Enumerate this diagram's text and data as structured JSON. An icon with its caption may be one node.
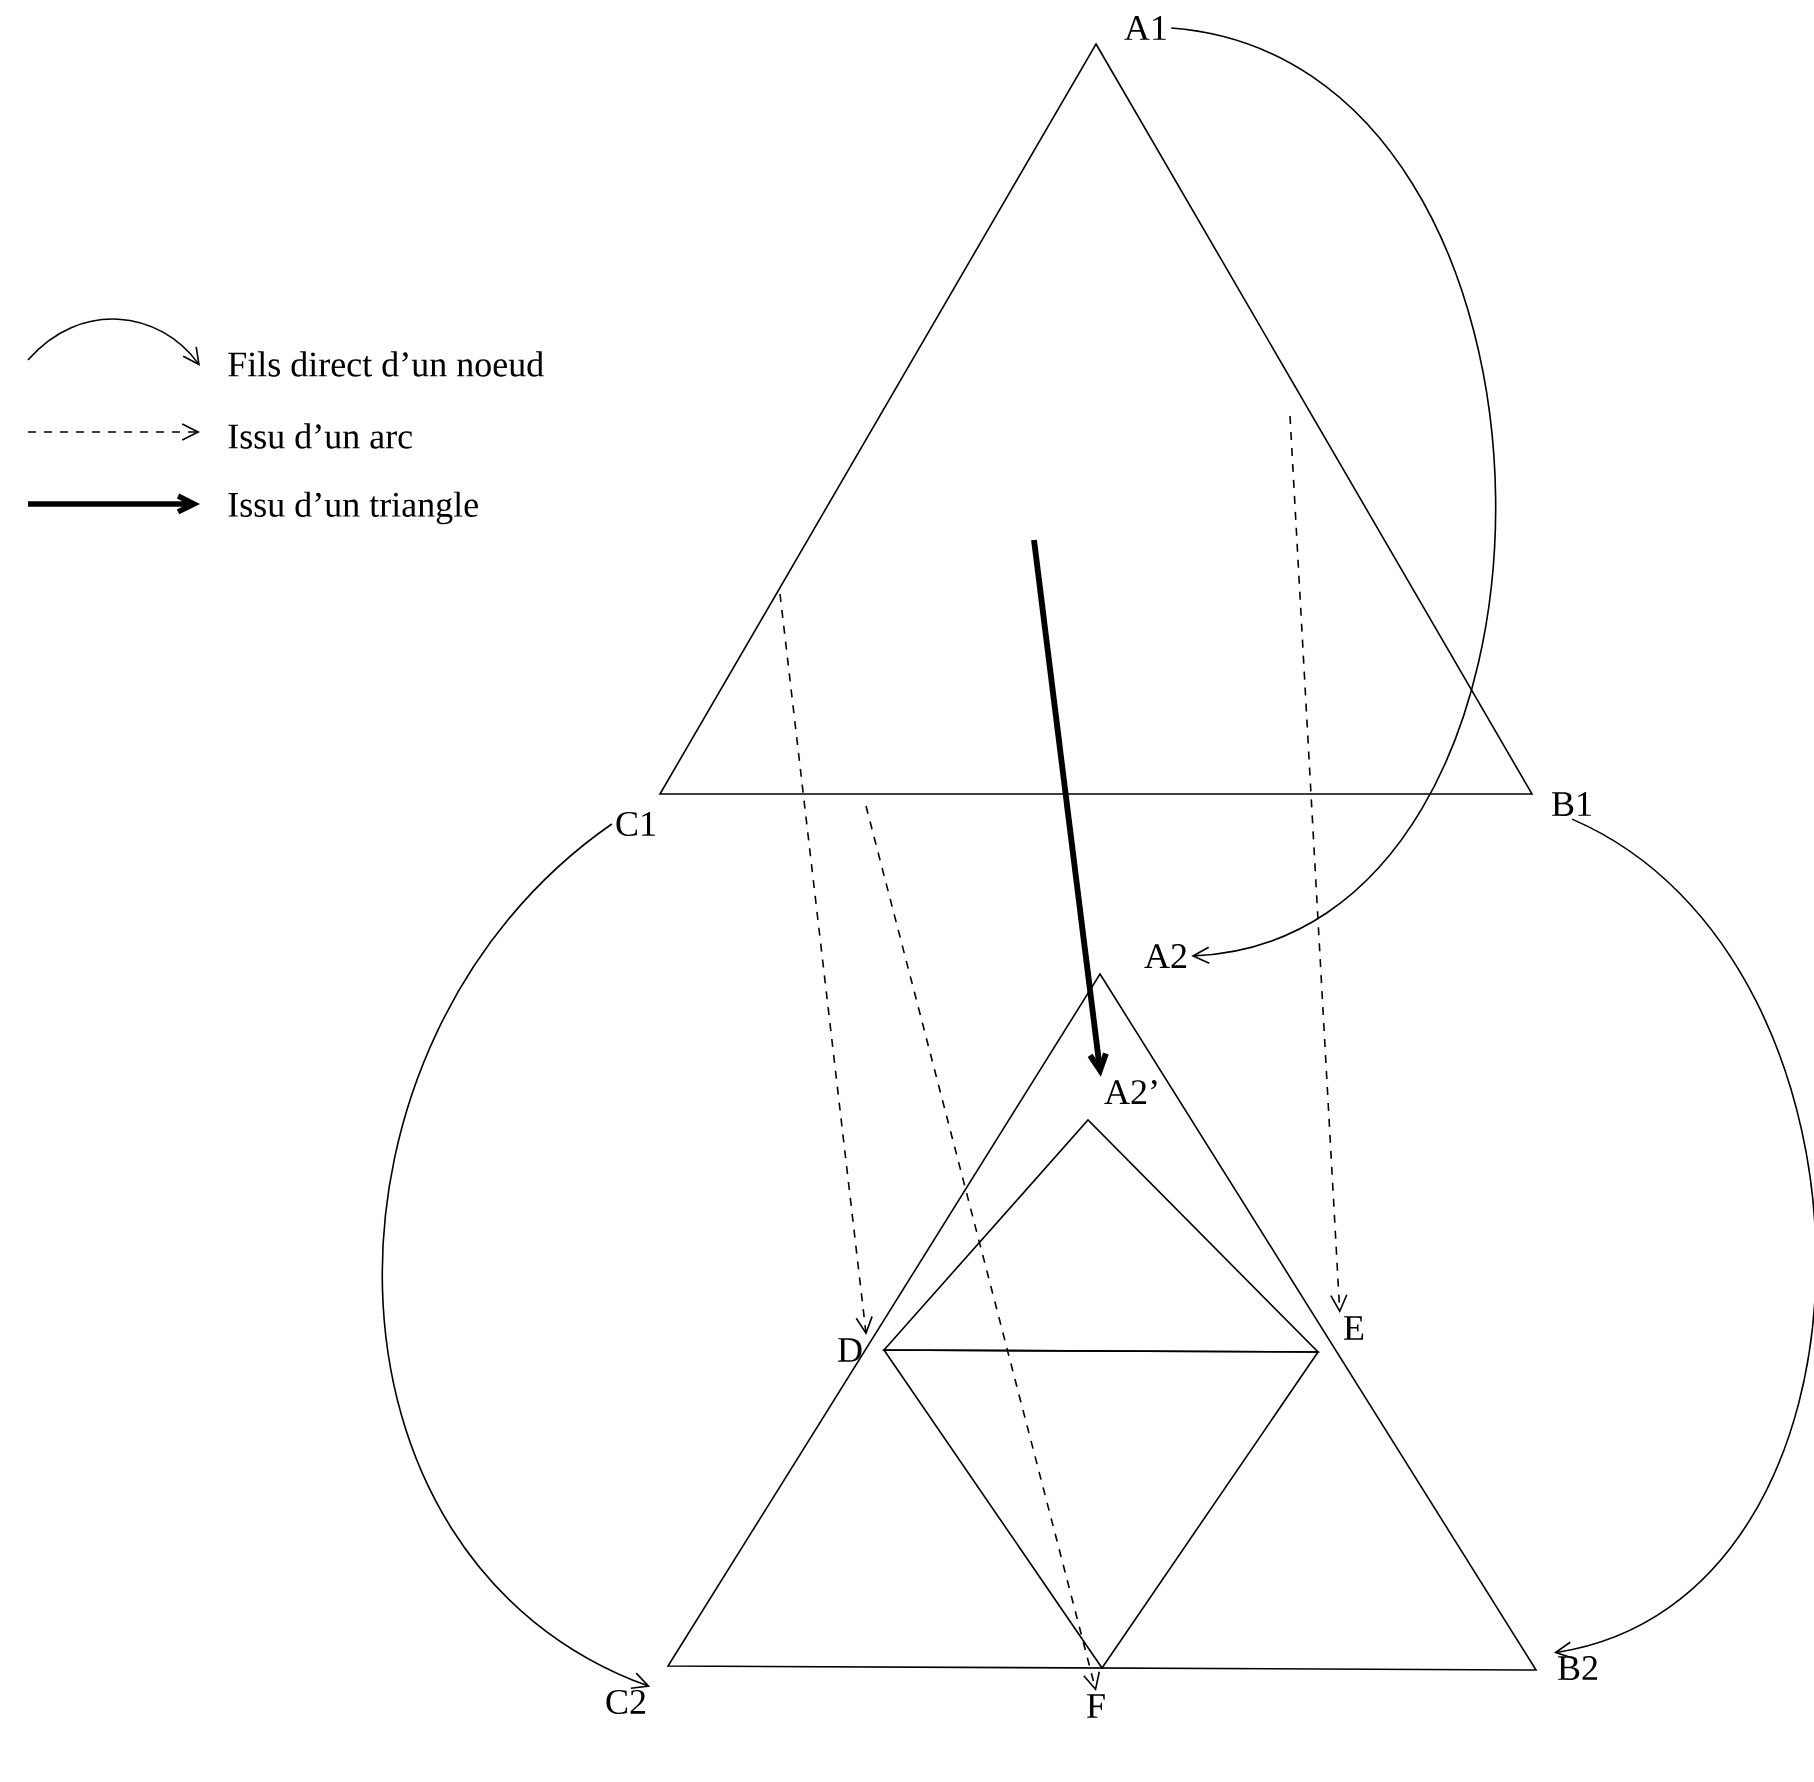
{
  "diagram": {
    "nodes": [
      {
        "text": [
          "A1"
        ]
      },
      {
        "text": [
          "C1"
        ]
      },
      {
        "text": [
          "B1"
        ]
      },
      {
        "text": [
          "A2"
        ]
      },
      {
        "text": [
          "A2’"
        ]
      },
      {
        "text": [
          "D"
        ]
      },
      {
        "text": [
          "E"
        ]
      },
      {
        "text": [
          "C2"
        ]
      },
      {
        "text": [
          "F"
        ]
      },
      {
        "text": [
          "B2"
        ]
      }
    ],
    "edges": [
      {
        "from": 0,
        "to": 3,
        "arrow": "to"
      },
      {
        "from": 2,
        "to": 9,
        "arrow": "to"
      },
      {
        "from": 1,
        "to": 7,
        "arrow": "to"
      },
      {
        "from": null,
        "to": 5,
        "arrow": "to",
        "style": "dashed"
      },
      {
        "from": null,
        "to": 8,
        "arrow": "to",
        "style": "dashed"
      },
      {
        "from": null,
        "to": 6,
        "arrow": "to",
        "style": "dashed"
      },
      {
        "from": null,
        "to": 4,
        "arrow": "to",
        "style": "thick"
      }
    ],
    "legend": [
      {
        "text": "Fils direct d’un noeud"
      },
      {
        "text": "Issu d’un arc"
      },
      {
        "text": "Issu d’un triangle"
      }
    ]
  }
}
